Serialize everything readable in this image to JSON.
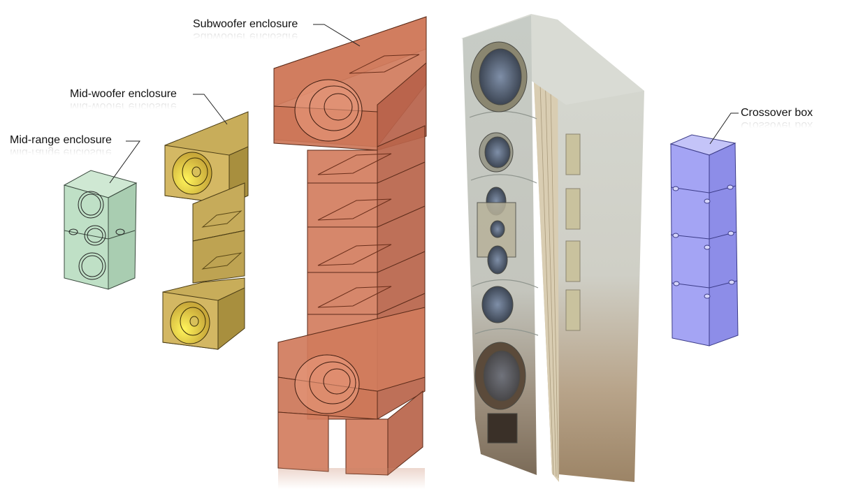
{
  "labels": {
    "subwoofer": "Subwoofer enclosure",
    "mid_woofer": "Mid-woofer enclosure",
    "mid_range": "Mid-range enclosure",
    "crossover": "Crossover box"
  },
  "colors": {
    "mid_range": "#b8dcc0",
    "mid_woofer": "#cdb25a",
    "subwoofer": "#d07b5c",
    "crossover": "#9f9ff0",
    "cabinet": "#c9cfca"
  }
}
